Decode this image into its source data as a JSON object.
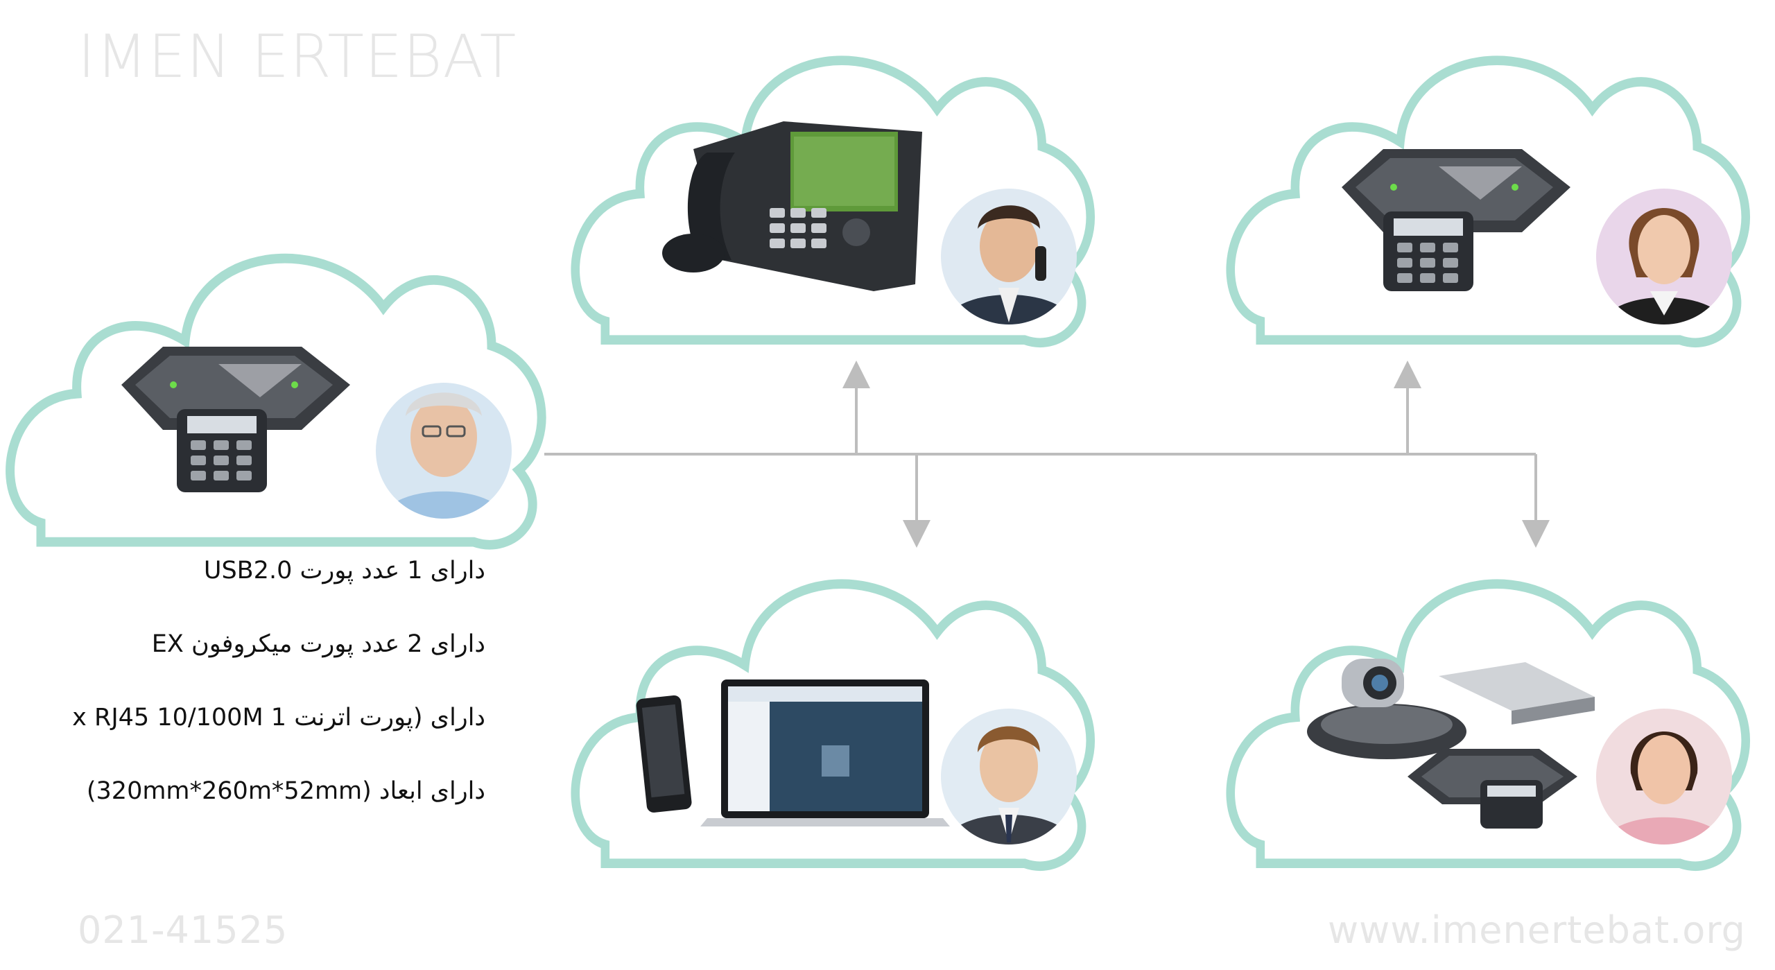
{
  "watermark": {
    "brand": "IMEN ERTEBAT",
    "phone": "021-41525",
    "website": "www.imenertebat.org"
  },
  "specs": [
    "دارای 1 عدد پورت USB2.0",
    "دارای 2 عدد پورت میکروفون EX",
    "دارای (پورت اترنت 1 x RJ45 10/100M",
    "دارای ابعاد (320mm*260m*52mm)"
  ],
  "colors": {
    "cloud_outline": "#a9ddd1",
    "connector_line": "#bdbdbd",
    "device_dark": "#3a3d42",
    "device_light": "#c9ccd1",
    "screen_green": "#5f9a3a"
  },
  "clouds": [
    {
      "id": "left",
      "device": "conference-phone-icon",
      "person": "person-avatar-older-man"
    },
    {
      "id": "top-center",
      "device": "desk-ip-phone-icon",
      "person": "person-avatar-man-on-phone"
    },
    {
      "id": "top-right",
      "device": "conference-phone-icon",
      "person": "person-avatar-woman"
    },
    {
      "id": "bottom-center",
      "device": "laptop-and-smartphone-icon",
      "person": "person-avatar-young-man"
    },
    {
      "id": "bottom-right",
      "device": "video-conference-system-icon",
      "person": "person-avatar-woman-smiling"
    }
  ]
}
